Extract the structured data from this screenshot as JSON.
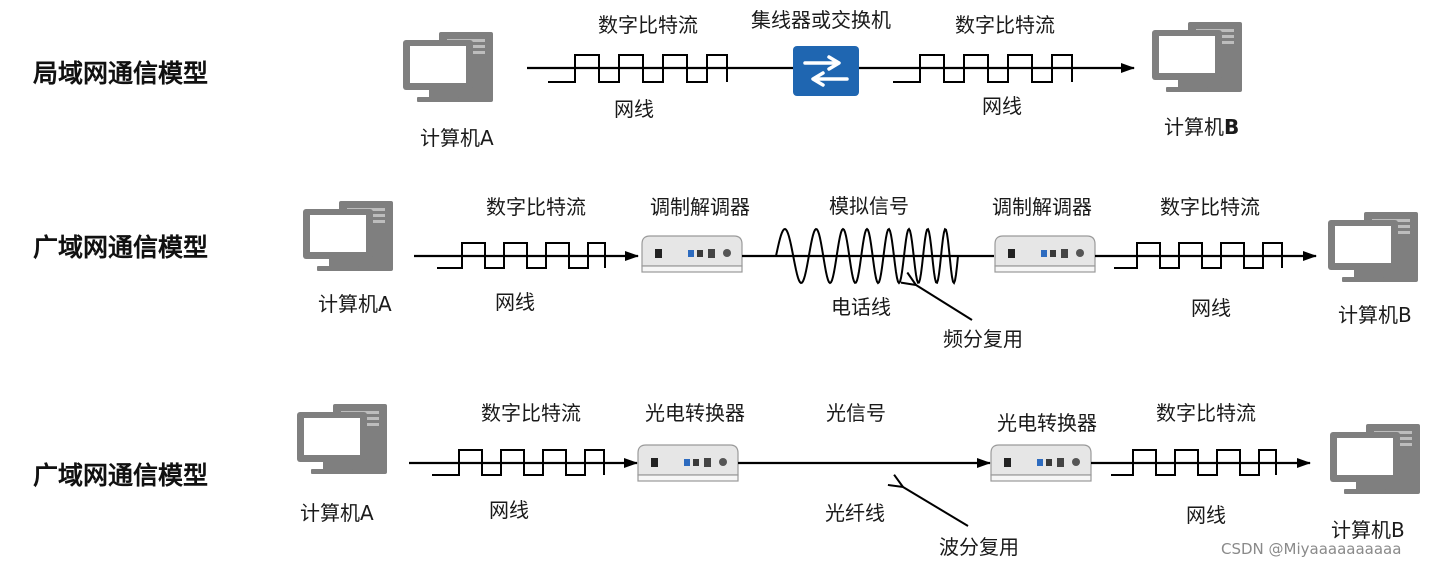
{
  "colors": {
    "line": "#000000",
    "computer": "#7f7f7f",
    "computer_dark": "#5e5e5e",
    "screen": "#ffffff",
    "switch_bg": "#1f66b1",
    "modem_body": "#ececec",
    "modem_port_blue": "#2d6bbf",
    "watermark": "#8a8a8a"
  },
  "icons": {
    "computer": "desktop-computer-icon",
    "switch": "network-switch-icon",
    "modem": "modem-device-icon"
  },
  "rows": [
    {
      "title": "局域网通信模型",
      "left_computer": "计算机A",
      "right_computer": "计算机B",
      "left_stream": "数字比特流",
      "left_cable": "网线",
      "device": "集线器或交换机",
      "right_stream": "数字比特流",
      "right_cable": "网线"
    },
    {
      "title": "广域网通信模型",
      "left_computer": "计算机A",
      "right_computer": "计算机B",
      "left_stream": "数字比特流",
      "left_cable": "网线",
      "left_device": "调制解调器",
      "middle_signal": "模拟信号",
      "middle_cable": "电话线",
      "multiplex": "频分复用",
      "right_device": "调制解调器",
      "right_stream": "数字比特流",
      "right_cable": "网线"
    },
    {
      "title": "广域网通信模型",
      "left_computer": "计算机A",
      "right_computer": "计算机B",
      "left_stream": "数字比特流",
      "left_cable": "网线",
      "left_device": "光电转换器",
      "middle_signal": "光信号",
      "middle_cable": "光纤线",
      "multiplex": "波分复用",
      "right_device": "光电转换器",
      "right_stream": "数字比特流",
      "right_cable": "网线"
    }
  ],
  "watermark": "CSDN @Miyaaaaaaaaaa"
}
